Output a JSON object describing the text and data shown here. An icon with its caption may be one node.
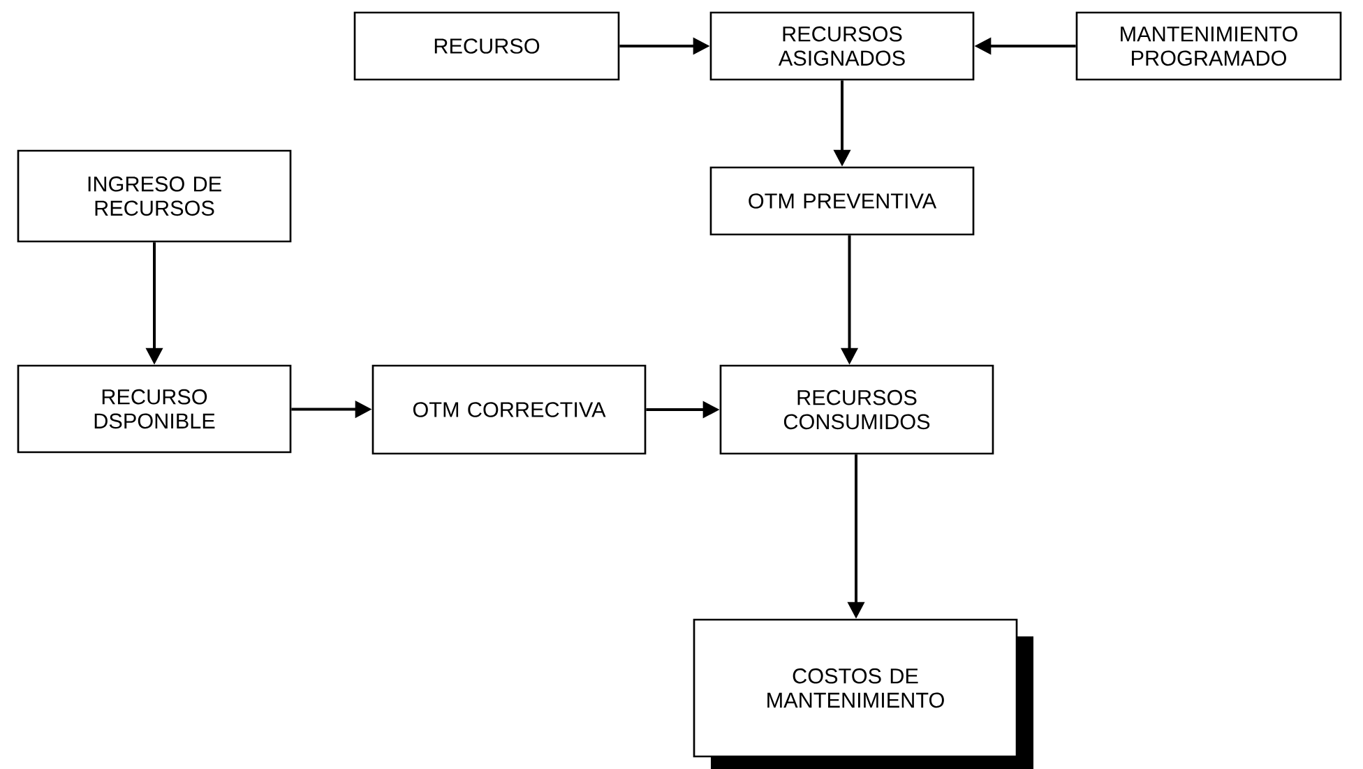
{
  "diagram": {
    "nodes": [
      {
        "text": [
          "RECURSO"
        ]
      },
      {
        "text": [
          "RECURSOS ASIGNADOS"
        ]
      },
      {
        "text": [
          "MANTENIMIENTO PROGRAMADO"
        ]
      },
      {
        "text": [
          "INGRESO DE RECURSOS"
        ]
      },
      {
        "text": [
          "OTM PREVENTIVA"
        ]
      },
      {
        "text": [
          "RECURSO DSPONIBLE"
        ]
      },
      {
        "text": [
          "OTM CORRECTIVA"
        ]
      },
      {
        "text": [
          "RECURSOS CONSUMIDOS"
        ]
      },
      {
        "text": [
          "COSTOS DE MANTENIMIENTO"
        ]
      }
    ],
    "edges": [
      {
        "from": 0,
        "to": 1,
        "arrow": "to"
      },
      {
        "from": 2,
        "to": 1,
        "arrow": "to"
      },
      {
        "from": 1,
        "to": 4,
        "arrow": "to"
      },
      {
        "from": 3,
        "to": 5,
        "arrow": "to"
      },
      {
        "from": 4,
        "to": 7,
        "arrow": "to"
      },
      {
        "from": 5,
        "to": 6,
        "arrow": "to"
      },
      {
        "from": 6,
        "to": 7,
        "arrow": "to"
      },
      {
        "from": 7,
        "to": 8,
        "arrow": "to"
      }
    ]
  }
}
